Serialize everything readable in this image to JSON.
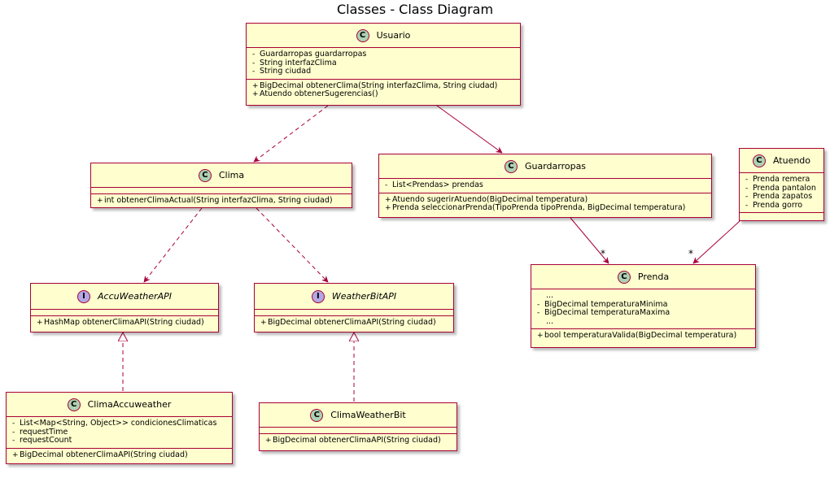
{
  "title": "Classes - Class Diagram",
  "classes": {
    "usuario": {
      "badge": "C",
      "name": "Usuario",
      "fields": [
        {
          "vis": "-",
          "text": "Guardarropas guardarropas"
        },
        {
          "vis": "-",
          "text": "String interfazClima"
        },
        {
          "vis": "-",
          "text": "String ciudad"
        }
      ],
      "methods": [
        {
          "vis": "+",
          "text": "BigDecimal obtenerClima(String interfazClima, String ciudad)"
        },
        {
          "vis": "+",
          "text": "Atuendo obtenerSugerencias()"
        }
      ]
    },
    "clima": {
      "badge": "C",
      "name": "Clima",
      "methods": [
        {
          "vis": "+",
          "text": "int obtenerClimaActual(String interfazClima, String ciudad)"
        }
      ]
    },
    "guardarropas": {
      "badge": "C",
      "name": "Guardarropas",
      "fields": [
        {
          "vis": "-",
          "text": "List<Prendas> prendas"
        }
      ],
      "methods": [
        {
          "vis": "+",
          "text": "Atuendo sugerirAtuendo(BigDecimal temperatura)"
        },
        {
          "vis": "+",
          "text": "Prenda seleccionarPrenda(TipoPrenda tipoPrenda, BigDecimal temperatura)"
        }
      ]
    },
    "atuendo": {
      "badge": "C",
      "name": "Atuendo",
      "fields": [
        {
          "vis": "-",
          "text": "Prenda remera"
        },
        {
          "vis": "-",
          "text": "Prenda pantalon"
        },
        {
          "vis": "-",
          "text": "Prenda zapatos"
        },
        {
          "vis": "-",
          "text": "Prenda gorro"
        }
      ]
    },
    "prenda": {
      "badge": "C",
      "name": "Prenda",
      "fields": [
        {
          "vis": "",
          "text": "..."
        },
        {
          "vis": "-",
          "text": "BigDecimal temperaturaMinima"
        },
        {
          "vis": "-",
          "text": "BigDecimal temperaturaMaxima"
        },
        {
          "vis": "",
          "text": "..."
        }
      ],
      "methods": [
        {
          "vis": "+",
          "text": "bool temperaturaValida(BigDecimal temperatura)"
        }
      ]
    },
    "accuweatherapi": {
      "badge": "I",
      "name": "AccuWeatherAPI",
      "methods": [
        {
          "vis": "+",
          "text": "HashMap obtenerClimaAPI(String ciudad)"
        }
      ]
    },
    "weatherbitapi": {
      "badge": "I",
      "name": "WeatherBitAPI",
      "methods": [
        {
          "vis": "+",
          "text": "BigDecimal obtenerClimaAPI(String ciudad)"
        }
      ]
    },
    "climaaccuweather": {
      "badge": "C",
      "name": "ClimaAccuweather",
      "fields": [
        {
          "vis": "-",
          "text": "List<Map<String, Object>> condicionesClimaticas"
        },
        {
          "vis": "-",
          "text": "requestTime"
        },
        {
          "vis": "-",
          "text": "requestCount"
        }
      ],
      "methods": [
        {
          "vis": "+",
          "text": "BigDecimal obtenerClimaAPI(String ciudad)"
        }
      ]
    },
    "climaweatherbit": {
      "badge": "C",
      "name": "ClimaWeatherBit",
      "methods": [
        {
          "vis": "+",
          "text": "BigDecimal obtenerClimaAPI(String ciudad)"
        }
      ]
    }
  },
  "multiplicities": {
    "guardarropas_prenda": "*",
    "atuendo_prenda": "*"
  },
  "colors": {
    "class_fill": "#FEFECE",
    "border": "#A80036",
    "class_badge": "#ADD1B2",
    "interface_badge": "#B4A7E5"
  }
}
